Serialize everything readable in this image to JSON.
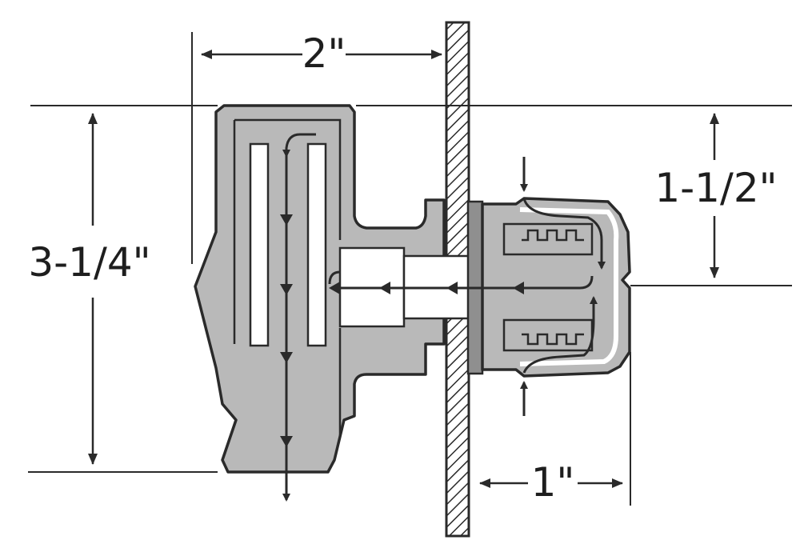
{
  "dimensions": {
    "width_top": "2\"",
    "height_left": "3-1/4\"",
    "height_right": "1-1/2\"",
    "depth_bottom": "1\""
  }
}
